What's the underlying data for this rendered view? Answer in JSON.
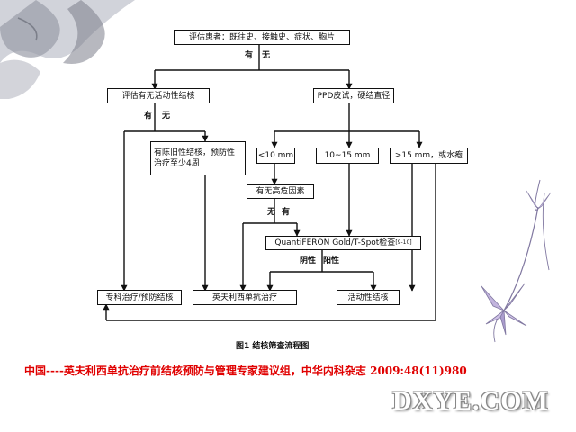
{
  "nodes": {
    "n1": "评估患者：既往史、接触史、症状、胸片",
    "n2": "评估有无活动性结核",
    "n3": "PPD皮试，硬结直径",
    "n4": "有陈旧性结核，预防性治疗至少4周",
    "n5": "<10 mm",
    "n6": "10~15 mm",
    "n7": ">15 mm，或水疱",
    "n8": "有无高危因素",
    "n9": "QuantiFERON Gold/T-Spot检查",
    "n9_sup": "[9-10]",
    "n10": "专科治疗/预防结核",
    "n11": "英夫利西单抗治疗",
    "n12": "活动性结核"
  },
  "labels": {
    "yes1": "有",
    "no1": "无",
    "yes2": "有",
    "no2": "无",
    "no3": "无",
    "yes3": "有",
    "neg": "阴性",
    "pos": "阳性"
  },
  "caption": "图1  结核筛查流程图",
  "reference": "中国----英夫利西单抗治疗前结核预防与管理专家建议组，中华内科杂志 2009:48(11)980",
  "watermark": "DXYE.COM"
}
